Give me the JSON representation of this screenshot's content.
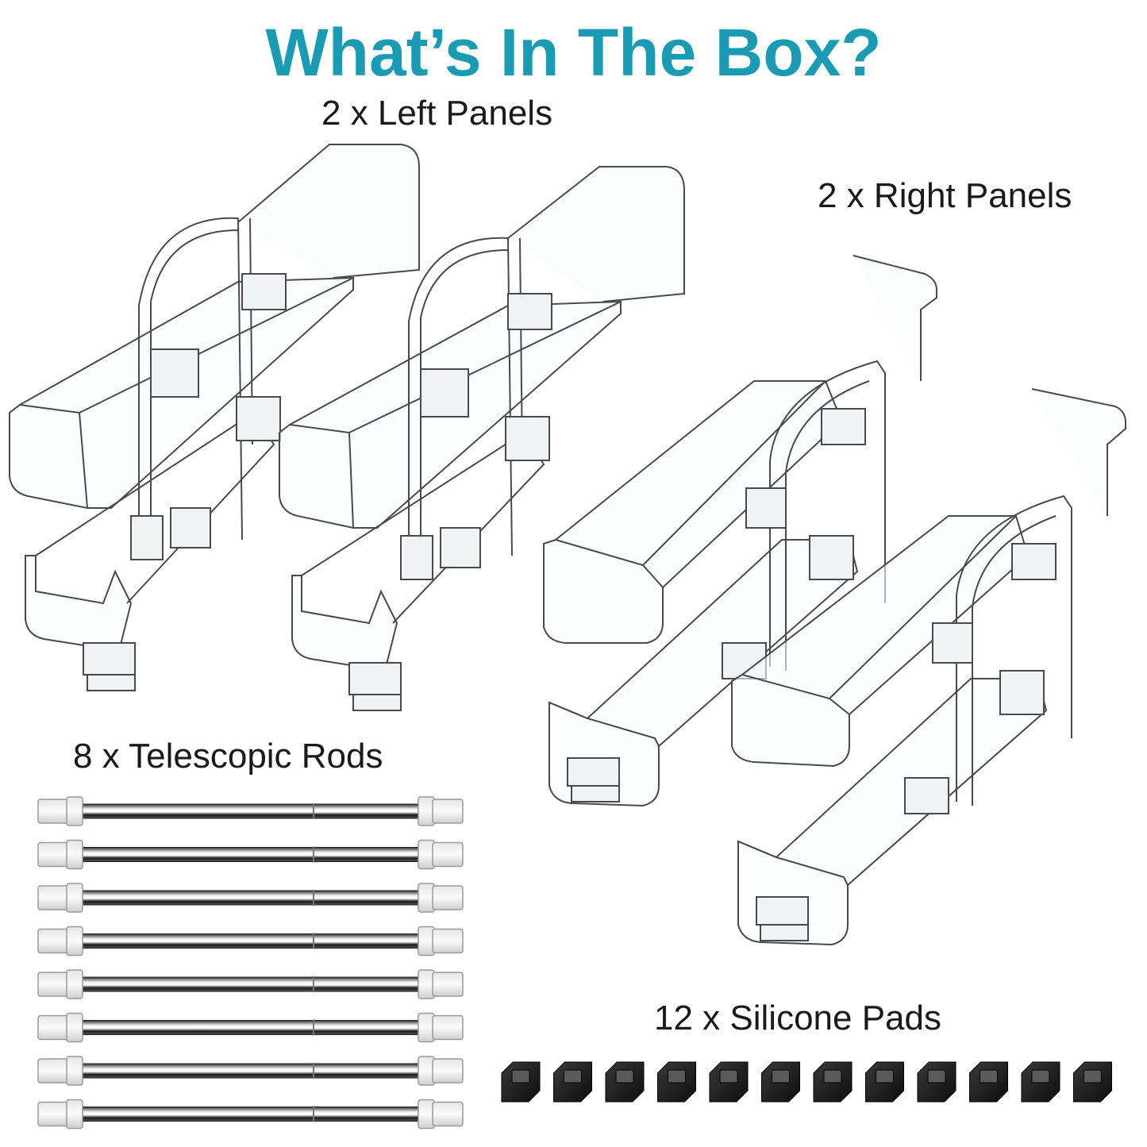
{
  "title": "What’s In The Box?",
  "items": {
    "left_panels": "2 x Left Panels",
    "right_panels": "2 x Right Panels",
    "telescopic_rods": "8 x Telescopic Rods",
    "silicone_pads": "12 x Silicone Pads"
  },
  "colors": {
    "title": "#1a9bb4",
    "text": "#1a1a1a",
    "panel_edge": "#3a3a3a",
    "pad": "#1b1b1b"
  },
  "counts": {
    "left_panels": 2,
    "right_panels": 2,
    "rods": 8,
    "pads": 12
  }
}
